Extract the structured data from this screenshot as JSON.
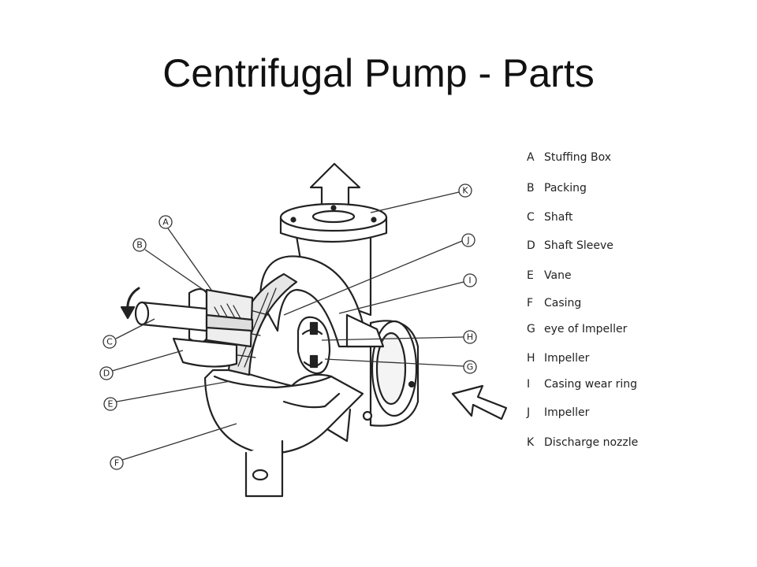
{
  "slide": {
    "title": "Centrifugal Pump - Parts"
  },
  "callouts": [
    "A",
    "B",
    "C",
    "D",
    "E",
    "F",
    "G",
    "H",
    "I",
    "J",
    "K"
  ],
  "legend": [
    {
      "letter": "A",
      "label": "Stuffing Box"
    },
    {
      "letter": "B",
      "label": "Packing"
    },
    {
      "letter": "C",
      "label": "Shaft"
    },
    {
      "letter": "D",
      "label": "Shaft Sleeve"
    },
    {
      "letter": "E",
      "label": "Vane"
    },
    {
      "letter": "F",
      "label": "Casing"
    },
    {
      "letter": "G",
      "label": "eye of Impeller"
    },
    {
      "letter": "H",
      "label": "Impeller"
    },
    {
      "letter": "I",
      "label": "Casing wear ring"
    },
    {
      "letter": "J",
      "label": "Impeller"
    },
    {
      "letter": "K",
      "label": "Discharge nozzle"
    }
  ],
  "colors": {
    "line": "#222222",
    "fill": "#ffffff",
    "shade": "#d8d8d8"
  },
  "icons": [
    "discharge-arrow-icon",
    "suction-arrow-icon",
    "rotation-arrow-icon"
  ]
}
